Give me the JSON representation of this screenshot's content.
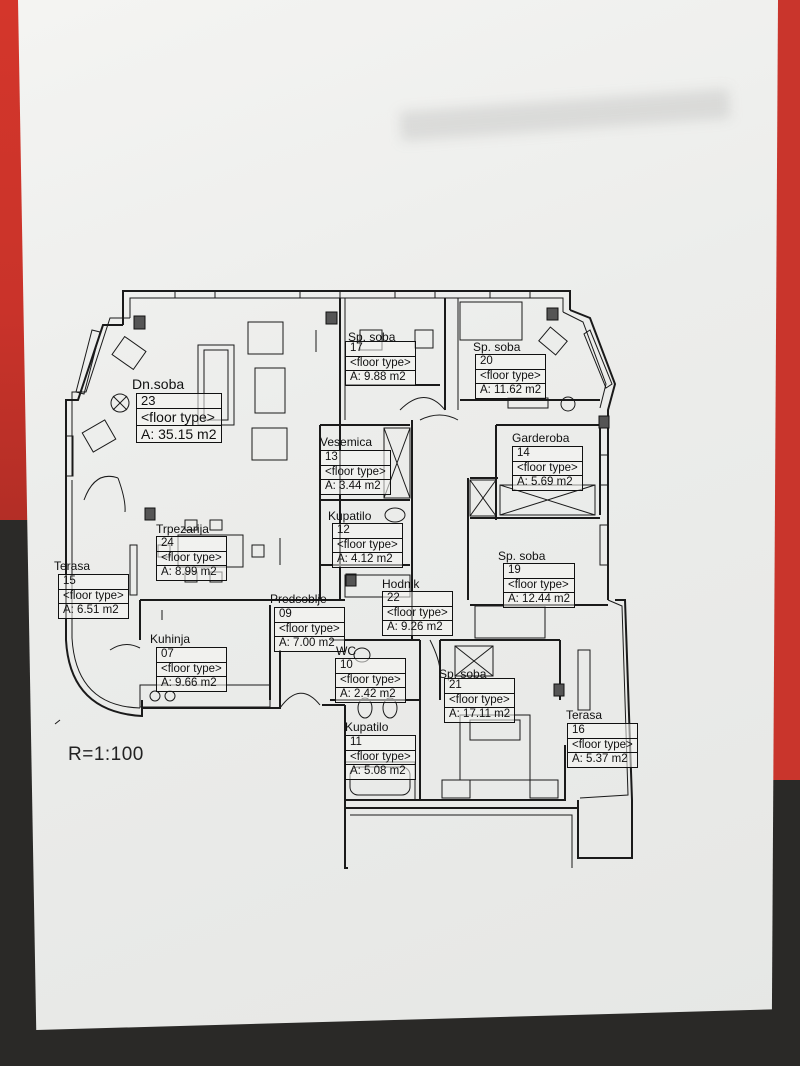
{
  "scale_label": "R=1:100",
  "floor_type": "<floor type>",
  "rooms": [
    {
      "name": "Sp. soba",
      "number": "17",
      "area": "A: 9.88 m2"
    },
    {
      "name": "Sp. soba",
      "number": "20",
      "area": "A: 11.62 m2"
    },
    {
      "name": "Dn.soba",
      "number": "23",
      "area": "A: 35.15 m2"
    },
    {
      "name": "Vesemica",
      "number": "13",
      "area": "A: 3.44 m2"
    },
    {
      "name": "Garderoba",
      "number": "14",
      "area": "A: 5.69 m2"
    },
    {
      "name": "Kupatilo",
      "number": "12",
      "area": "A: 4.12 m2"
    },
    {
      "name": "Trpezarija",
      "number": "24",
      "area": "A: 8.99 m2"
    },
    {
      "name": "Sp. soba",
      "number": "19",
      "area": "A: 12.44 m2"
    },
    {
      "name": "Terasa",
      "number": "15",
      "area": "A: 6.51 m2"
    },
    {
      "name": "Hodnik",
      "number": "22",
      "area": "A: 9.26 m2"
    },
    {
      "name": "Predsoblje",
      "number": "09",
      "area": "A: 7.00 m2"
    },
    {
      "name": "Kuhinja",
      "number": "07",
      "area": "A: 9.66 m2"
    },
    {
      "name": "WC",
      "number": "10",
      "area": "A: 2.42 m2"
    },
    {
      "name": "Sp. soba",
      "number": "21",
      "area": "A: 17.11 m2"
    },
    {
      "name": "Kupatilo",
      "number": "11",
      "area": "A: 5.08 m2"
    },
    {
      "name": "Terasa",
      "number": "16",
      "area": "A: 5.37 m2"
    }
  ]
}
